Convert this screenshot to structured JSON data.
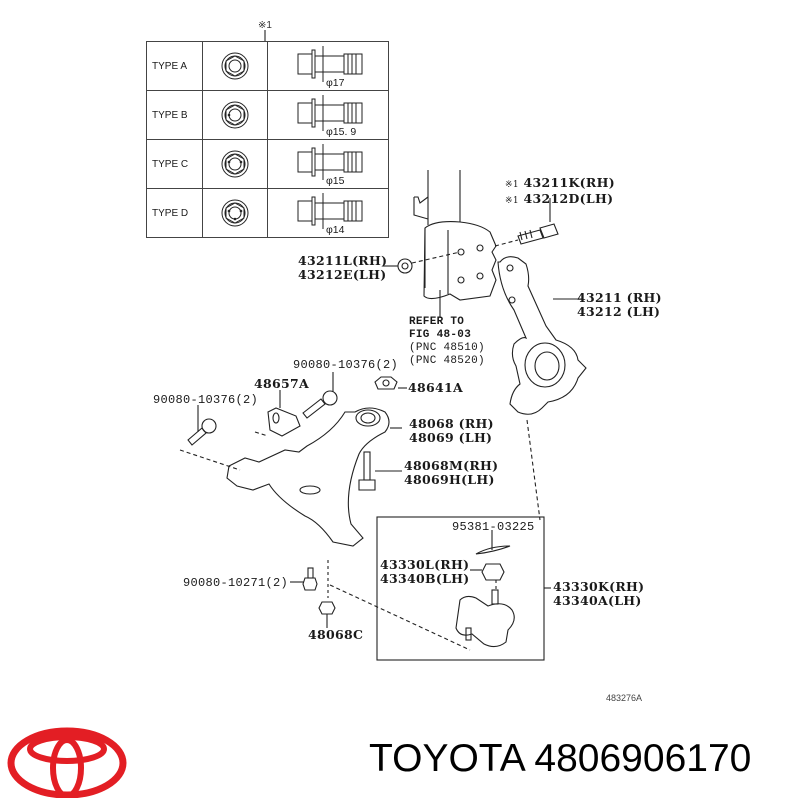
{
  "reference_note": "※1",
  "bolt_types": [
    {
      "type": "TYPE A",
      "diameter": "φ17"
    },
    {
      "type": "TYPE B",
      "diameter": "φ15. 9"
    },
    {
      "type": "TYPE C",
      "diameter": "φ15"
    },
    {
      "type": "TYPE D",
      "diameter": "φ14"
    }
  ],
  "labels": {
    "camber_bolt": {
      "mark": "※1",
      "rh": "43211K(RH)",
      "lh": "43212D(LH)"
    },
    "strut_nut": {
      "rh": "43211L(RH)",
      "lh": "43212E(LH)"
    },
    "knuckle": {
      "rh": "43211 (RH)",
      "lh": "43212 (LH)"
    },
    "refer": {
      "line1": "REFER TO",
      "line2": "FIG 48-03",
      "line3": "(PNC 48510)",
      "line4": "(PNC 48520)"
    },
    "bolt_upper": "90080-10376(2)",
    "bolt_left": "90080-10376(2)",
    "bracket": "48657A",
    "nut_48641": "48641A",
    "lower_arm": {
      "rh": "48068 (RH)",
      "lh": "48069 (LH)"
    },
    "arm_bolt": {
      "rh": "48068M(RH)",
      "lh": "48069H(LH)"
    },
    "cotter_pin": "95381-03225",
    "ball_nut": {
      "rh": "43330L(RH)",
      "lh": "43340B(LH)"
    },
    "ball_joint": {
      "rh": "43330K(RH)",
      "lh": "43340A(LH)"
    },
    "bolt_small": "90080-10271(2)",
    "nut_small": "48068C"
  },
  "figure_number": "483276A",
  "brand": {
    "name": "TOYOTA",
    "part_number": "4806906170",
    "title": "TOYOTA 4806906170",
    "logo_color": "#e31e24"
  }
}
